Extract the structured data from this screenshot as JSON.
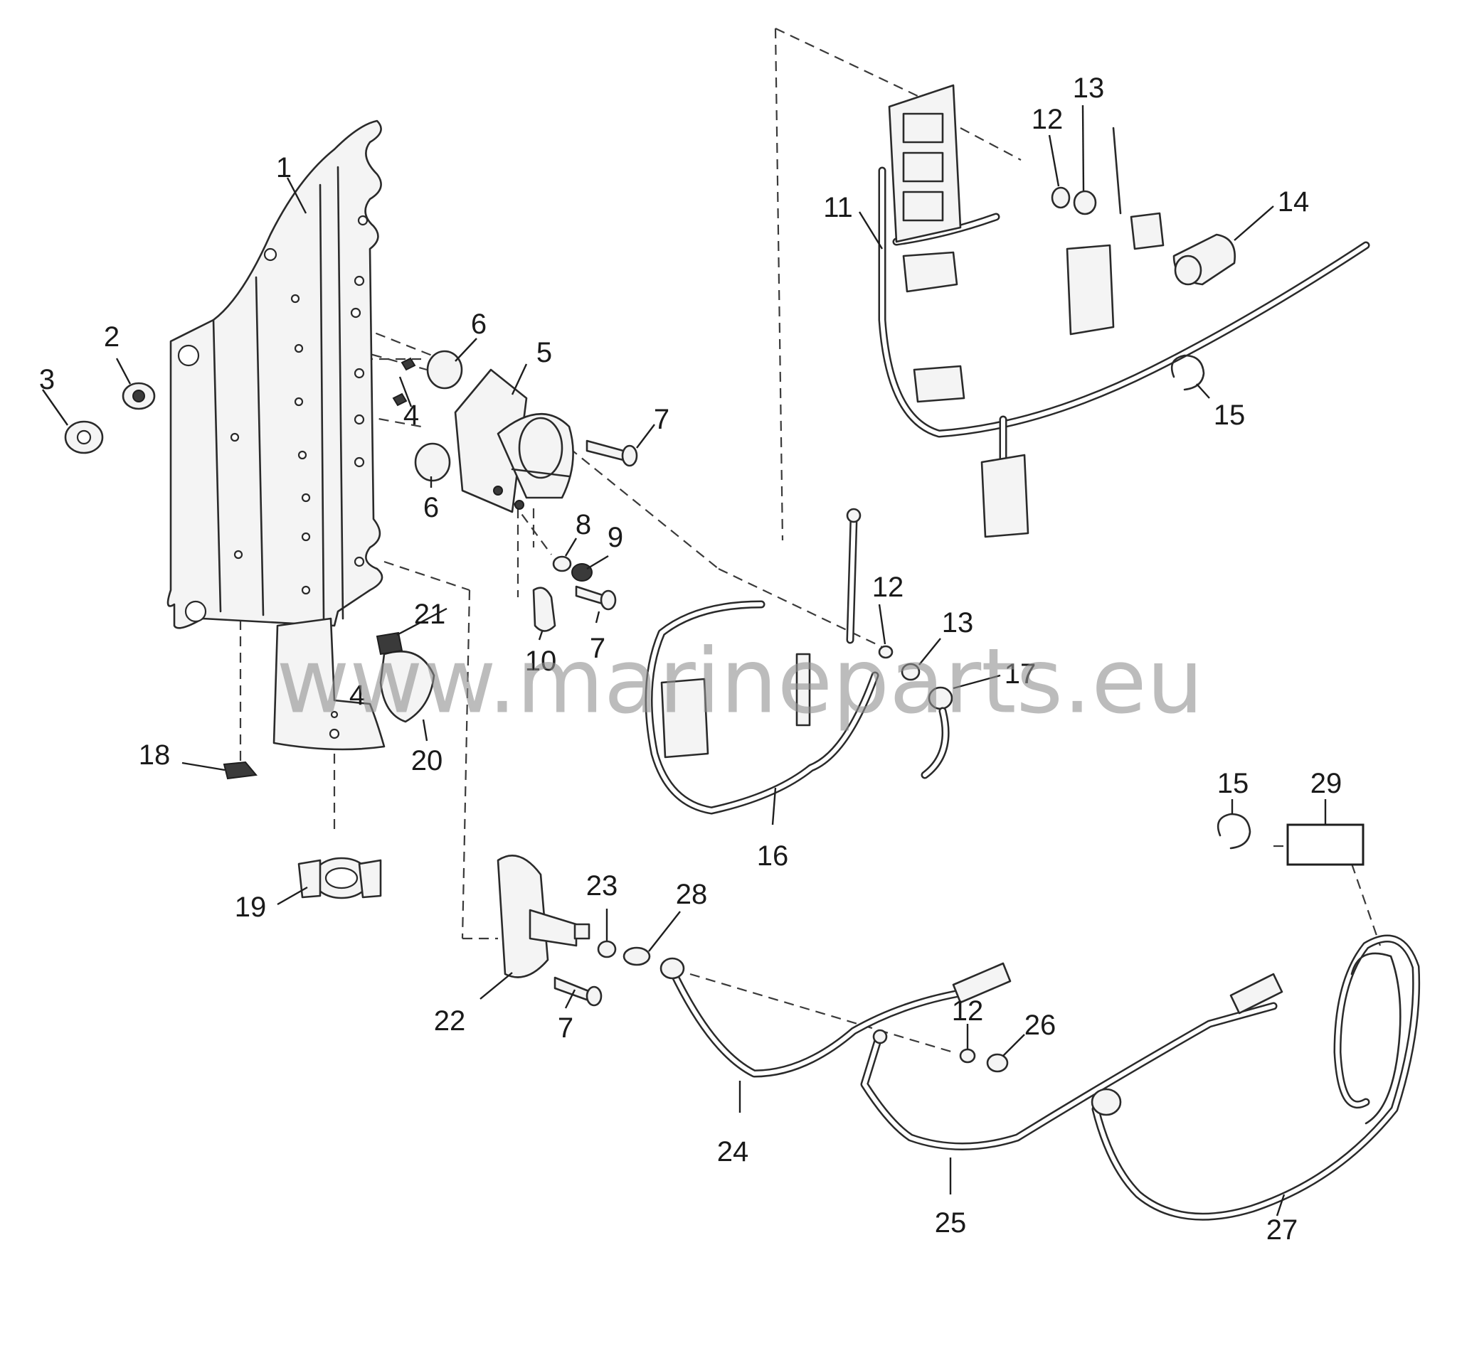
{
  "watermark": "www.marineparts.eu",
  "callouts": {
    "c1": "1",
    "c2": "2",
    "c3": "3",
    "c4a": "4",
    "c4b": "4",
    "c5": "5",
    "c6a": "6",
    "c6b": "6",
    "c7a": "7",
    "c7b": "7",
    "c7c": "7",
    "c8": "8",
    "c9": "9",
    "c10": "10",
    "c11": "11",
    "c12a": "12",
    "c12b": "12",
    "c12c": "12",
    "c13a": "13",
    "c13b": "13",
    "c14": "14",
    "c15a": "15",
    "c15b": "15",
    "c16": "16",
    "c17": "17",
    "c18": "18",
    "c19": "19",
    "c20": "20",
    "c21": "21",
    "c22": "22",
    "c23": "23",
    "c24": "24",
    "c25": "25",
    "c26": "26",
    "c27": "27",
    "c28": "28",
    "c29": "29"
  }
}
